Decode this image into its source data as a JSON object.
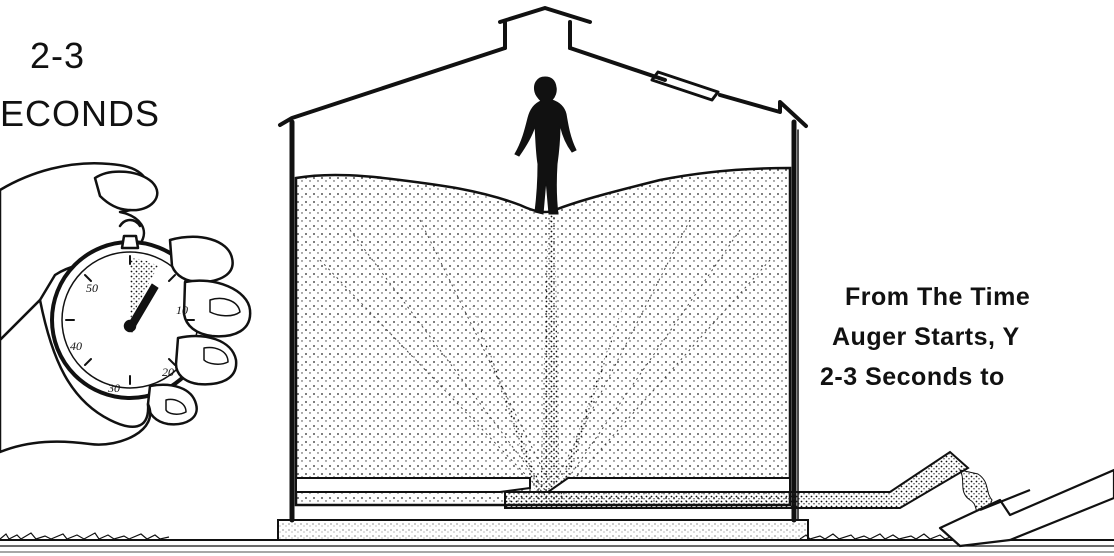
{
  "left_caption": {
    "line1": "2-3",
    "line2": "ECONDS"
  },
  "right_caption": {
    "line1": "From The Time",
    "line2": "Auger Starts, Y",
    "line3": "2-3 Seconds to"
  },
  "stopwatch": {
    "dial_numbers": [
      "50",
      "10",
      "40",
      "20",
      "30"
    ]
  }
}
